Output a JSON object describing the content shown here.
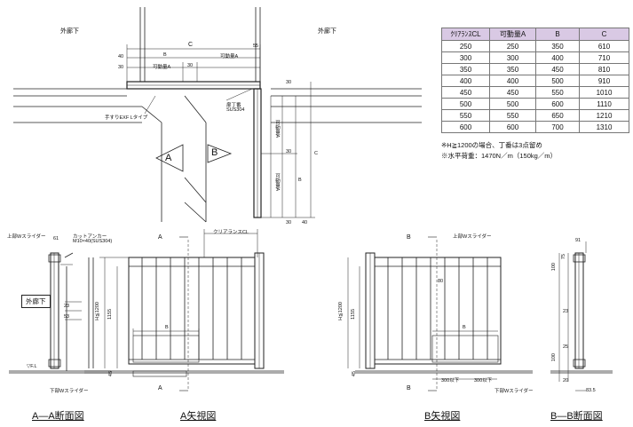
{
  "table": {
    "headers": [
      "ｸﾘｱﾗﾝｽCL",
      "可動量A",
      "B",
      "C"
    ],
    "rows": [
      [
        "250",
        "250",
        "350",
        "610"
      ],
      [
        "300",
        "300",
        "400",
        "710"
      ],
      [
        "350",
        "350",
        "450",
        "810"
      ],
      [
        "400",
        "400",
        "500",
        "910"
      ],
      [
        "450",
        "450",
        "550",
        "1010"
      ],
      [
        "500",
        "500",
        "600",
        "1110"
      ],
      [
        "550",
        "550",
        "650",
        "1210"
      ],
      [
        "600",
        "600",
        "700",
        "1310"
      ]
    ]
  },
  "notes": {
    "n1": "※H≧1200の場合、丁番は3点留め",
    "n2": "※水平荷重：1470N／m（150kg／m）"
  },
  "plan": {
    "gaiwaika_left": "外廊下",
    "gaiwaika_right": "外廊下",
    "dim_c": "C",
    "dim_55": "55",
    "dim_40": "40",
    "dim_30": "30",
    "dim_b": "B",
    "dim_a": "可動量A",
    "dim_a2": "可動量A",
    "dim_30mid": "30",
    "tesuri": "手すりEXF Lタイプ",
    "hinge": "扉丁番",
    "hinge_sub": "SUS304",
    "marker_a": "A",
    "marker_b": "B",
    "v_dim_c": "C",
    "v_dim_b": "B",
    "v_dim_a": "可動量A",
    "v_dim_a2": "可動量A",
    "v_30a": "30",
    "v_30b": "30",
    "v_40": "40",
    "v_30c": "30"
  },
  "sectionA": {
    "slider_top": "上部Wスライダー",
    "anchor": "カットアンカー",
    "anchor_sub": "M10×40(SUS304)",
    "gaiwaika": "外廊下",
    "dim_61": "61",
    "dim_23": "23",
    "dim_53": "53",
    "fl": "▽F.L",
    "slider_bottom": "下部Wスライダー",
    "caption": "A―A断面図"
  },
  "viewA": {
    "cut_a1": "A",
    "cut_a2": "A",
    "clearance": "クリアランスCL",
    "dim_h": "H≦1200",
    "dim_1155": "1155",
    "dim_b": "B",
    "dim_45": "45",
    "caption": "A矢視図"
  },
  "viewB": {
    "cut_b1": "B",
    "cut_b2": "B",
    "slider_top": "上部Wスライダー",
    "dim_80": "80",
    "dim_h": "H≦1200",
    "dim_1155": "1155",
    "dim_b": "B",
    "dim_45": "45",
    "dim_300l": "300以下",
    "dim_300r": "300以下",
    "slider_bottom": "下部Wスライダー",
    "caption": "B矢視図"
  },
  "sectionB": {
    "dim_91": "91",
    "dim_75": "75",
    "dim_23": "23",
    "dim_25": "25",
    "dim_100a": "100",
    "dim_100b": "100",
    "dim_20": "20",
    "dim_83": "83.5",
    "caption": "B―B断面図"
  }
}
